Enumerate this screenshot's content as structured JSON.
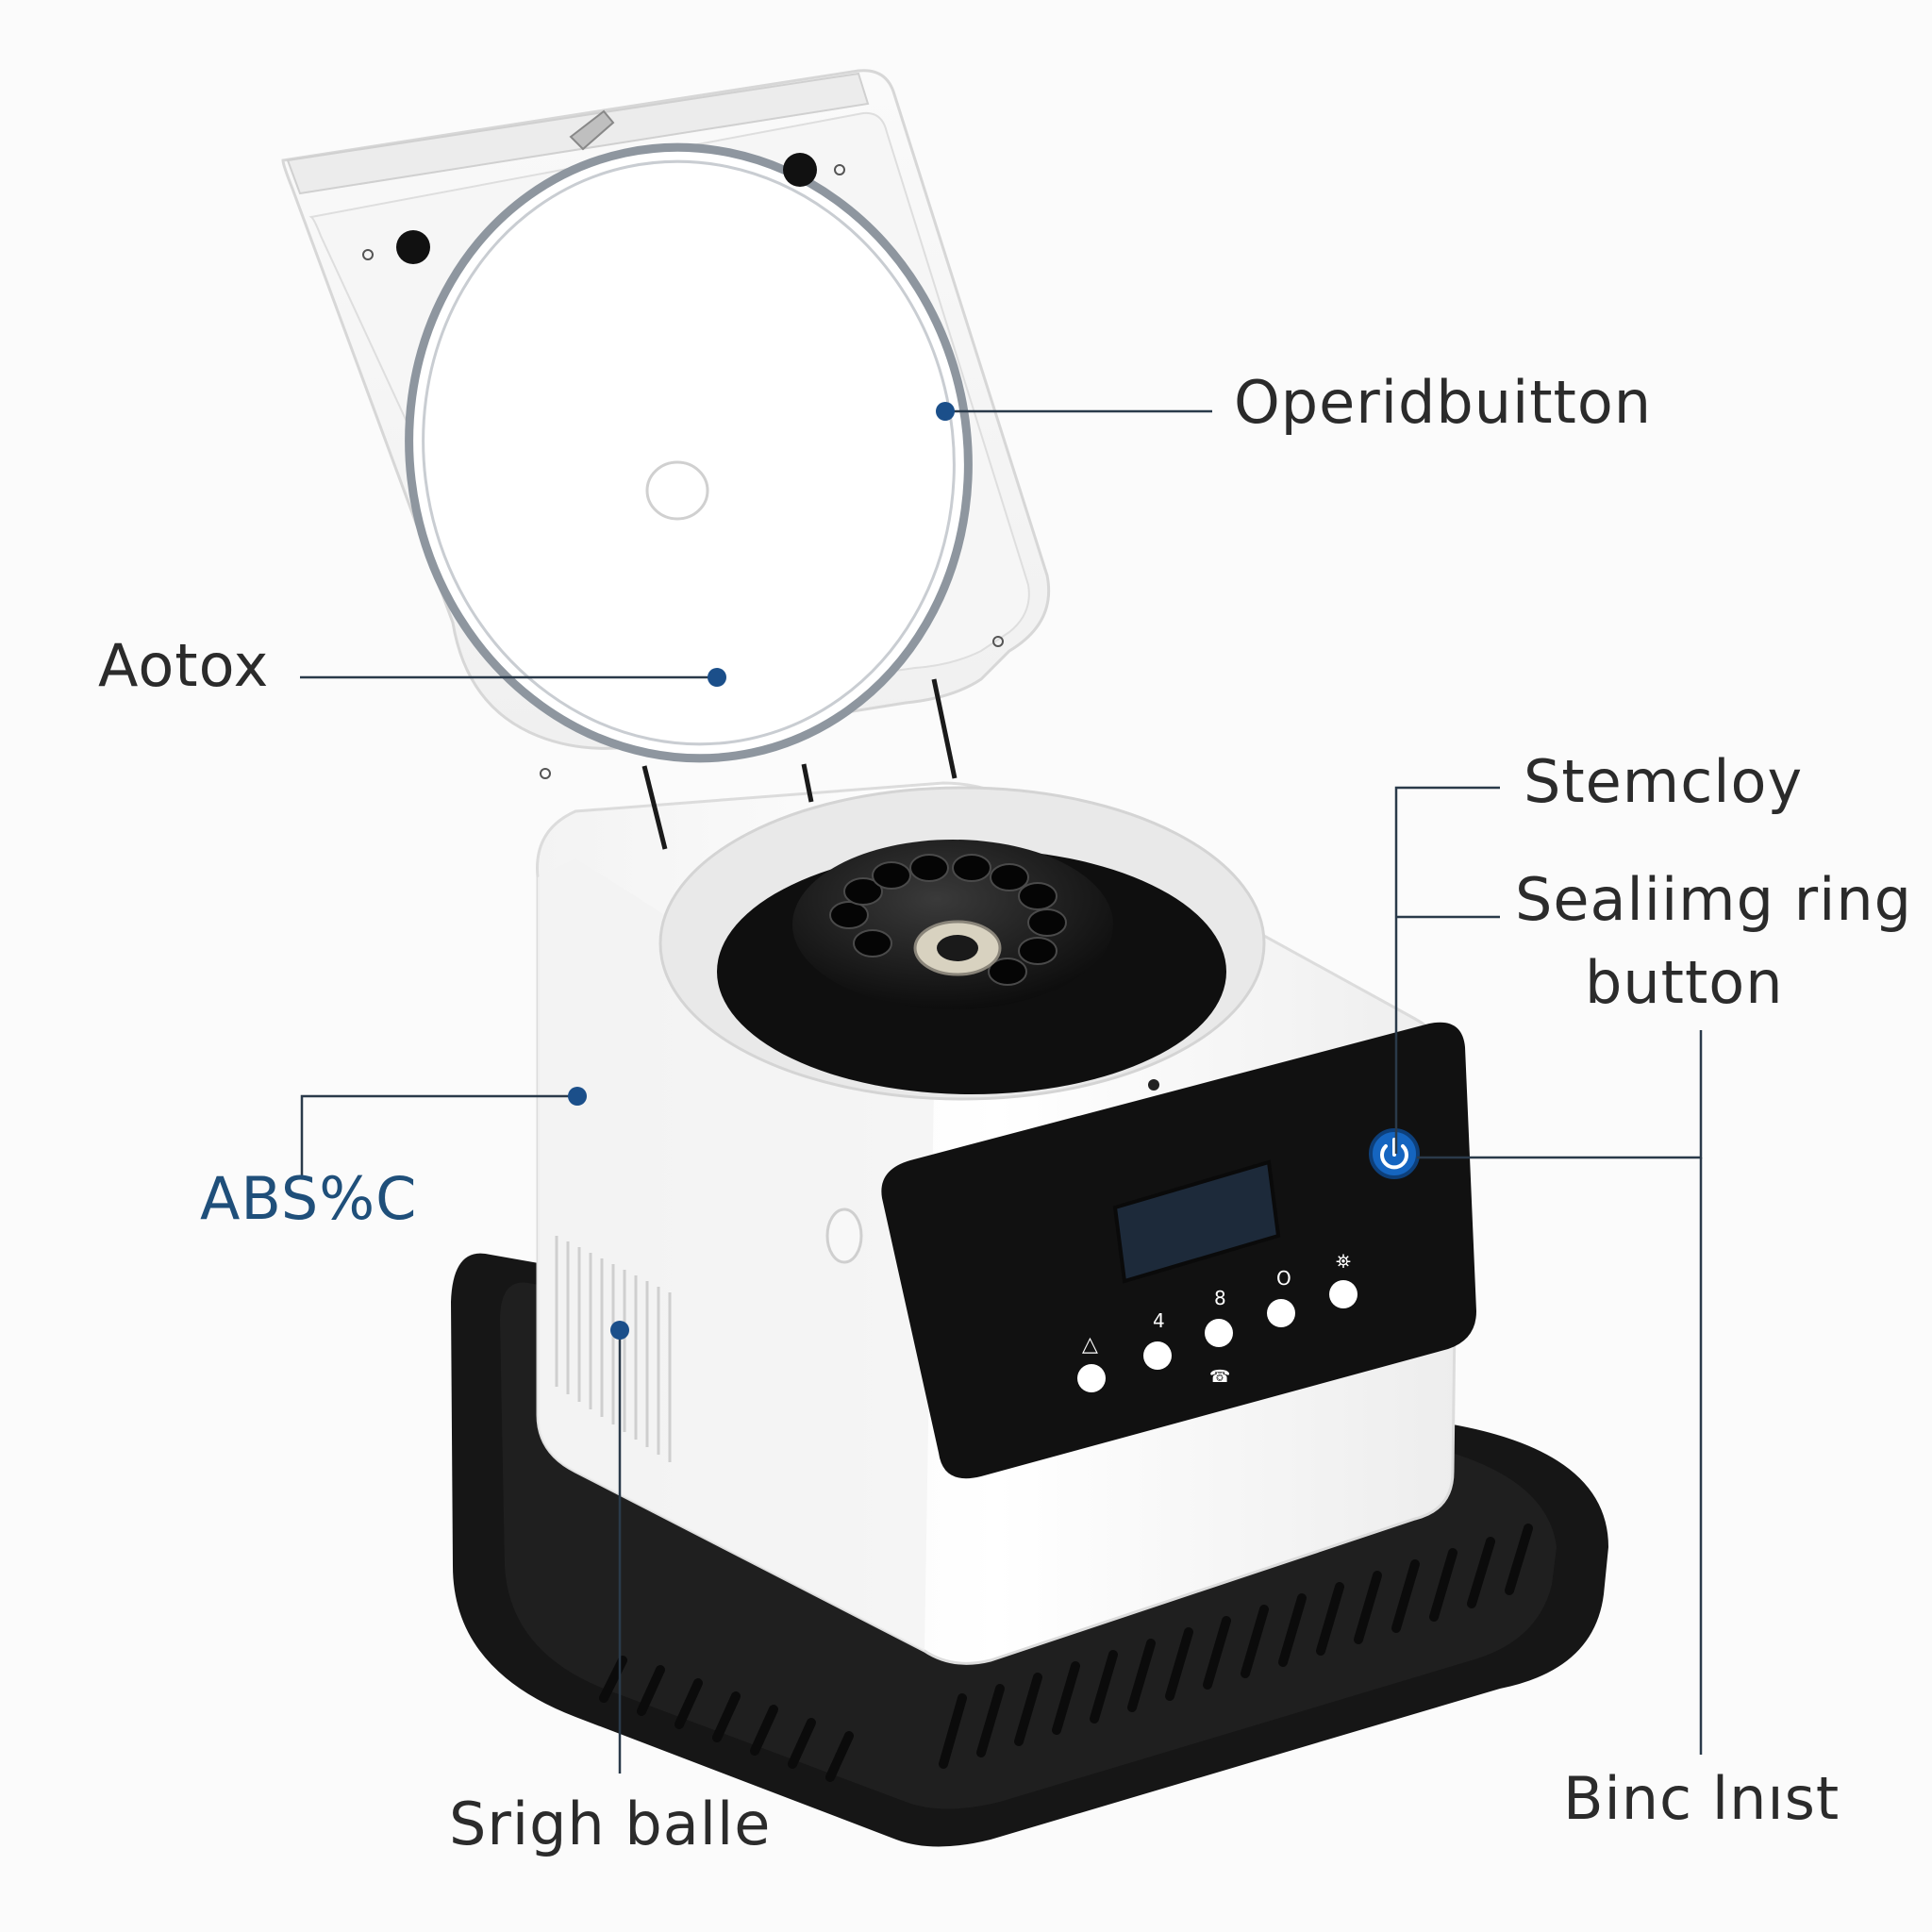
{
  "labels": {
    "open_button": "Operidbuitton",
    "lid": "Aotox",
    "stem": "Stemcloy",
    "sealing_ring_line1": "Sealiimg ring",
    "sealing_ring_line2": "button",
    "abs": "ABS%C",
    "bottom_left": "Srigh balle",
    "bottom_right": "Binc lnıst"
  },
  "panel": {
    "upper_symbols": [
      "4",
      "8",
      "O",
      "⛯"
    ],
    "lower_symbols": [
      "△"
    ],
    "small_caption": "☎"
  },
  "colors": {
    "accent": "#1f4f7a",
    "callout_dot": "#1b4f8a",
    "power_button": "#1565c0",
    "body": "#ffffff",
    "panel": "#111111",
    "base": "#161616"
  },
  "icons": {
    "power": "power-icon"
  }
}
